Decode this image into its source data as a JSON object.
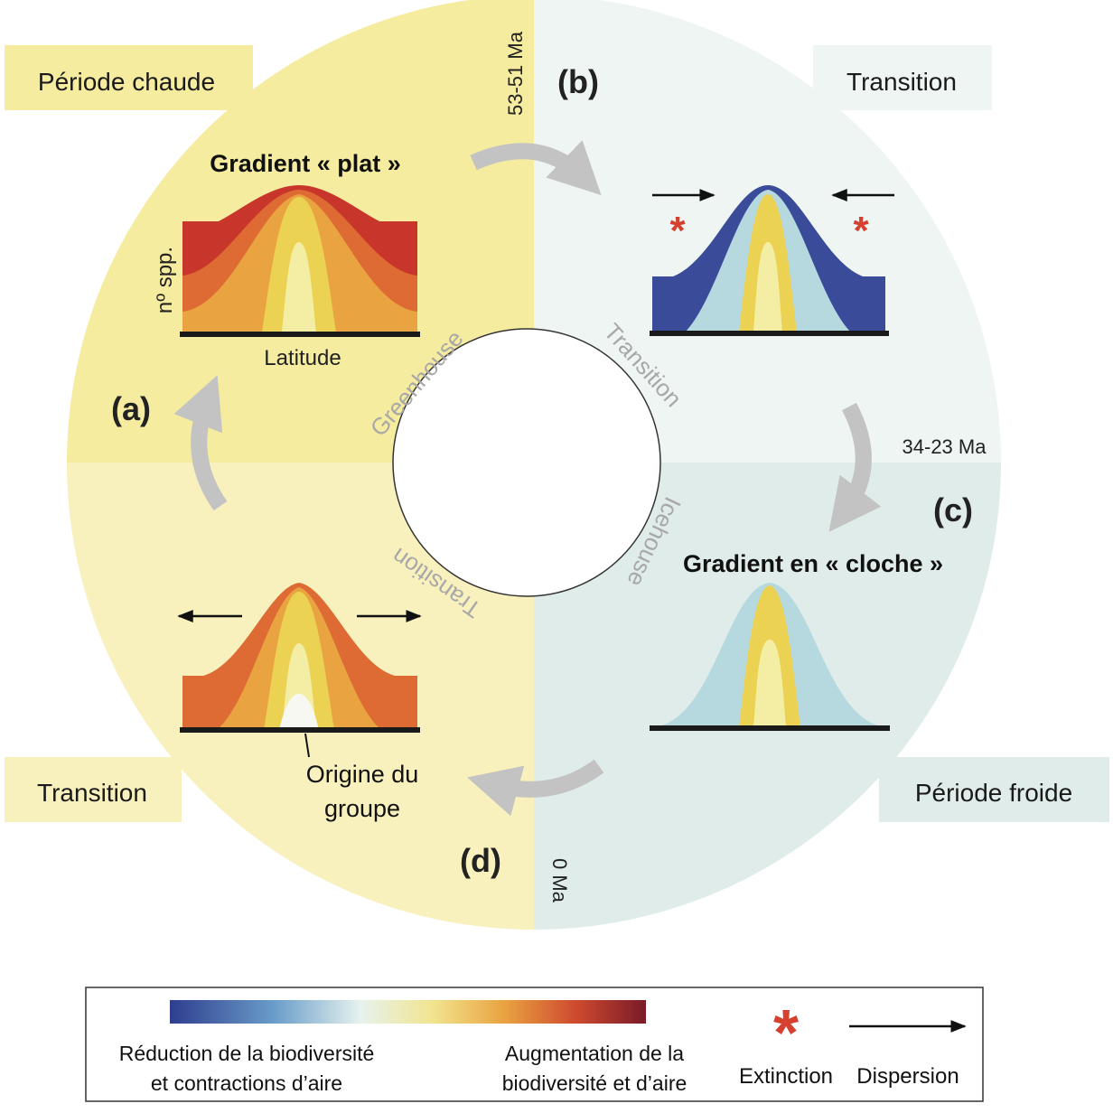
{
  "quadrants": {
    "a": {
      "label": "(a)",
      "corner_label": "Période chaude",
      "title": "Gradient « plat »",
      "axis_y": "nº spp.",
      "axis_x": "Latitude",
      "time": "53-51 Ma",
      "ring_label": "Greenhouse"
    },
    "b": {
      "label": "(b)",
      "corner_label": "Transition",
      "ring_label": "Transition",
      "time": "34-23 Ma"
    },
    "c": {
      "label": "(c)",
      "corner_label": "Période froide",
      "title": "Gradient en « cloche »",
      "ring_label": "Icehouse"
    },
    "d": {
      "label": "(d)",
      "corner_label": "Transition",
      "ring_label": "Transition",
      "annotation_line1": "Origine du",
      "annotation_line2": "groupe",
      "time": "0 Ma"
    }
  },
  "legend": {
    "left_line1": "Réduction de la biodiversité",
    "left_line2": "et contractions d’aire",
    "right_line1": "Augmentation de la",
    "right_line2": "biodiversité et d’aire",
    "extinction": "Extinction",
    "dispersion": "Dispersion"
  },
  "colors": {
    "warm_yellow": "#f5eca0",
    "pale_yellow": "#f8f1bd",
    "pale_teal": "#eef5f3",
    "teal": "#dfece9",
    "dark_red": "#c8362b",
    "orange": "#de6b33",
    "light_orange": "#e9a441",
    "yellow": "#ecd253",
    "pale": "#f3eea3",
    "navy": "#3a4b9a",
    "light_blue": "#b6d9e0",
    "extinction_red": "#d6402f",
    "arrow_grey": "#c3c3c3"
  }
}
